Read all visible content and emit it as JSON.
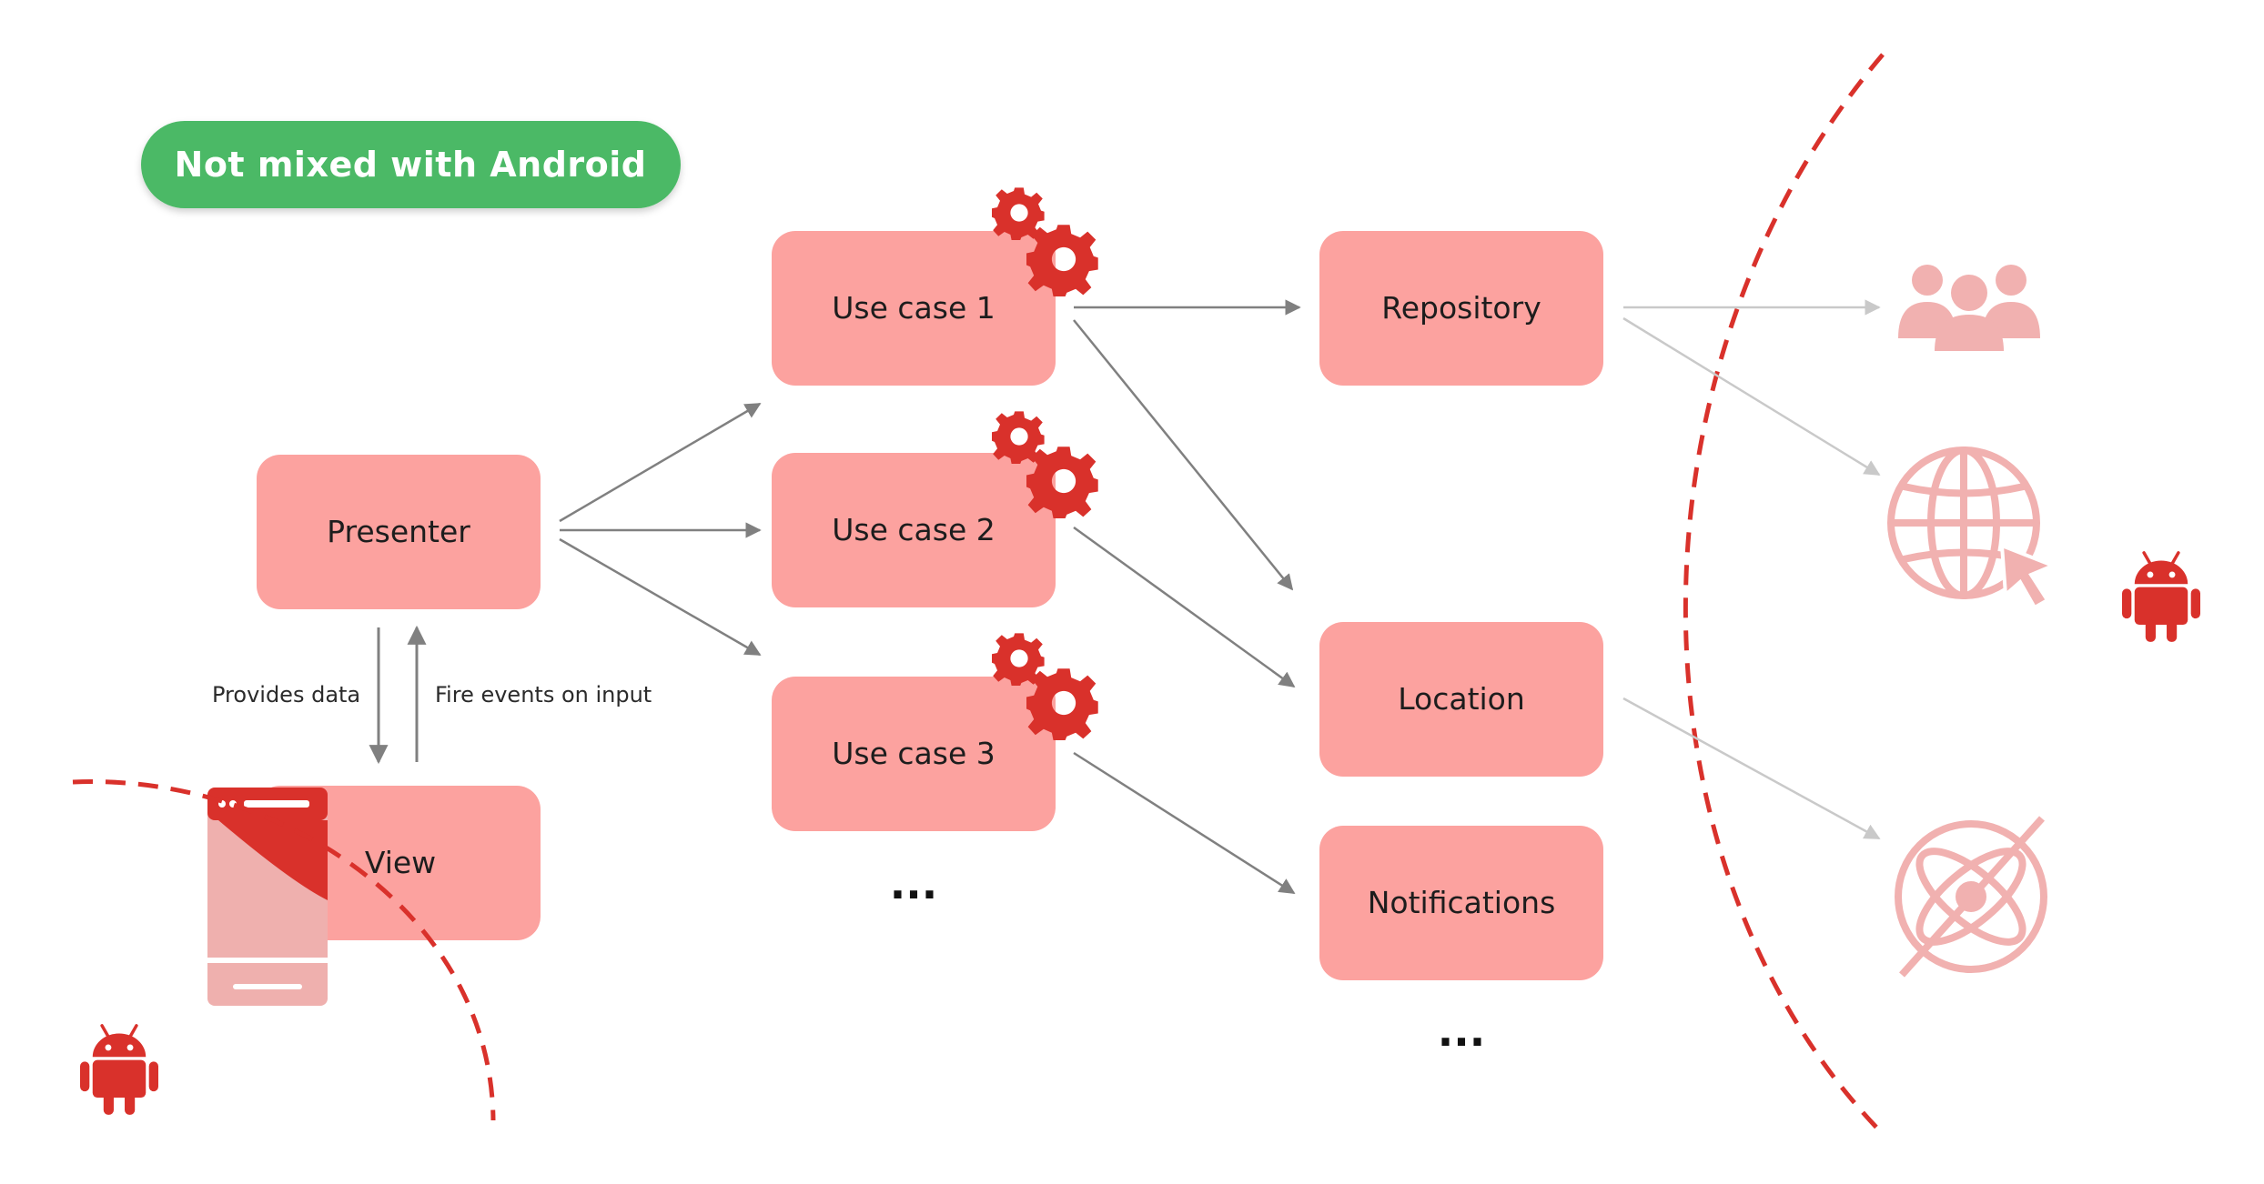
{
  "badge": {
    "label": "Not mixed with Android",
    "color": "#4cb966"
  },
  "colors": {
    "node_fill": "#fca29f",
    "accent_red": "#d9312b",
    "arrow_gray": "#808080",
    "light_gray": "#c9c9c9",
    "external_icon": "#f1b1b0"
  },
  "nodes": {
    "presenter": "Presenter",
    "view": "View",
    "use_case_1": "Use case 1",
    "use_case_2": "Use case 2",
    "use_case_3": "Use case 3",
    "repository": "Repository",
    "location": "Location",
    "notifications": "Notifications"
  },
  "edge_labels": {
    "provides_data": "Provides data",
    "fire_events": "Fire events on input"
  },
  "ellipsis": {
    "use_cases_more": "...",
    "services_more": "..."
  },
  "icons": {
    "gears": "gears-icon",
    "android": "android-icon",
    "users": "users-icon",
    "web": "globe-cursor-icon",
    "satellite": "satellite-icon",
    "phone": "phone-icon"
  }
}
